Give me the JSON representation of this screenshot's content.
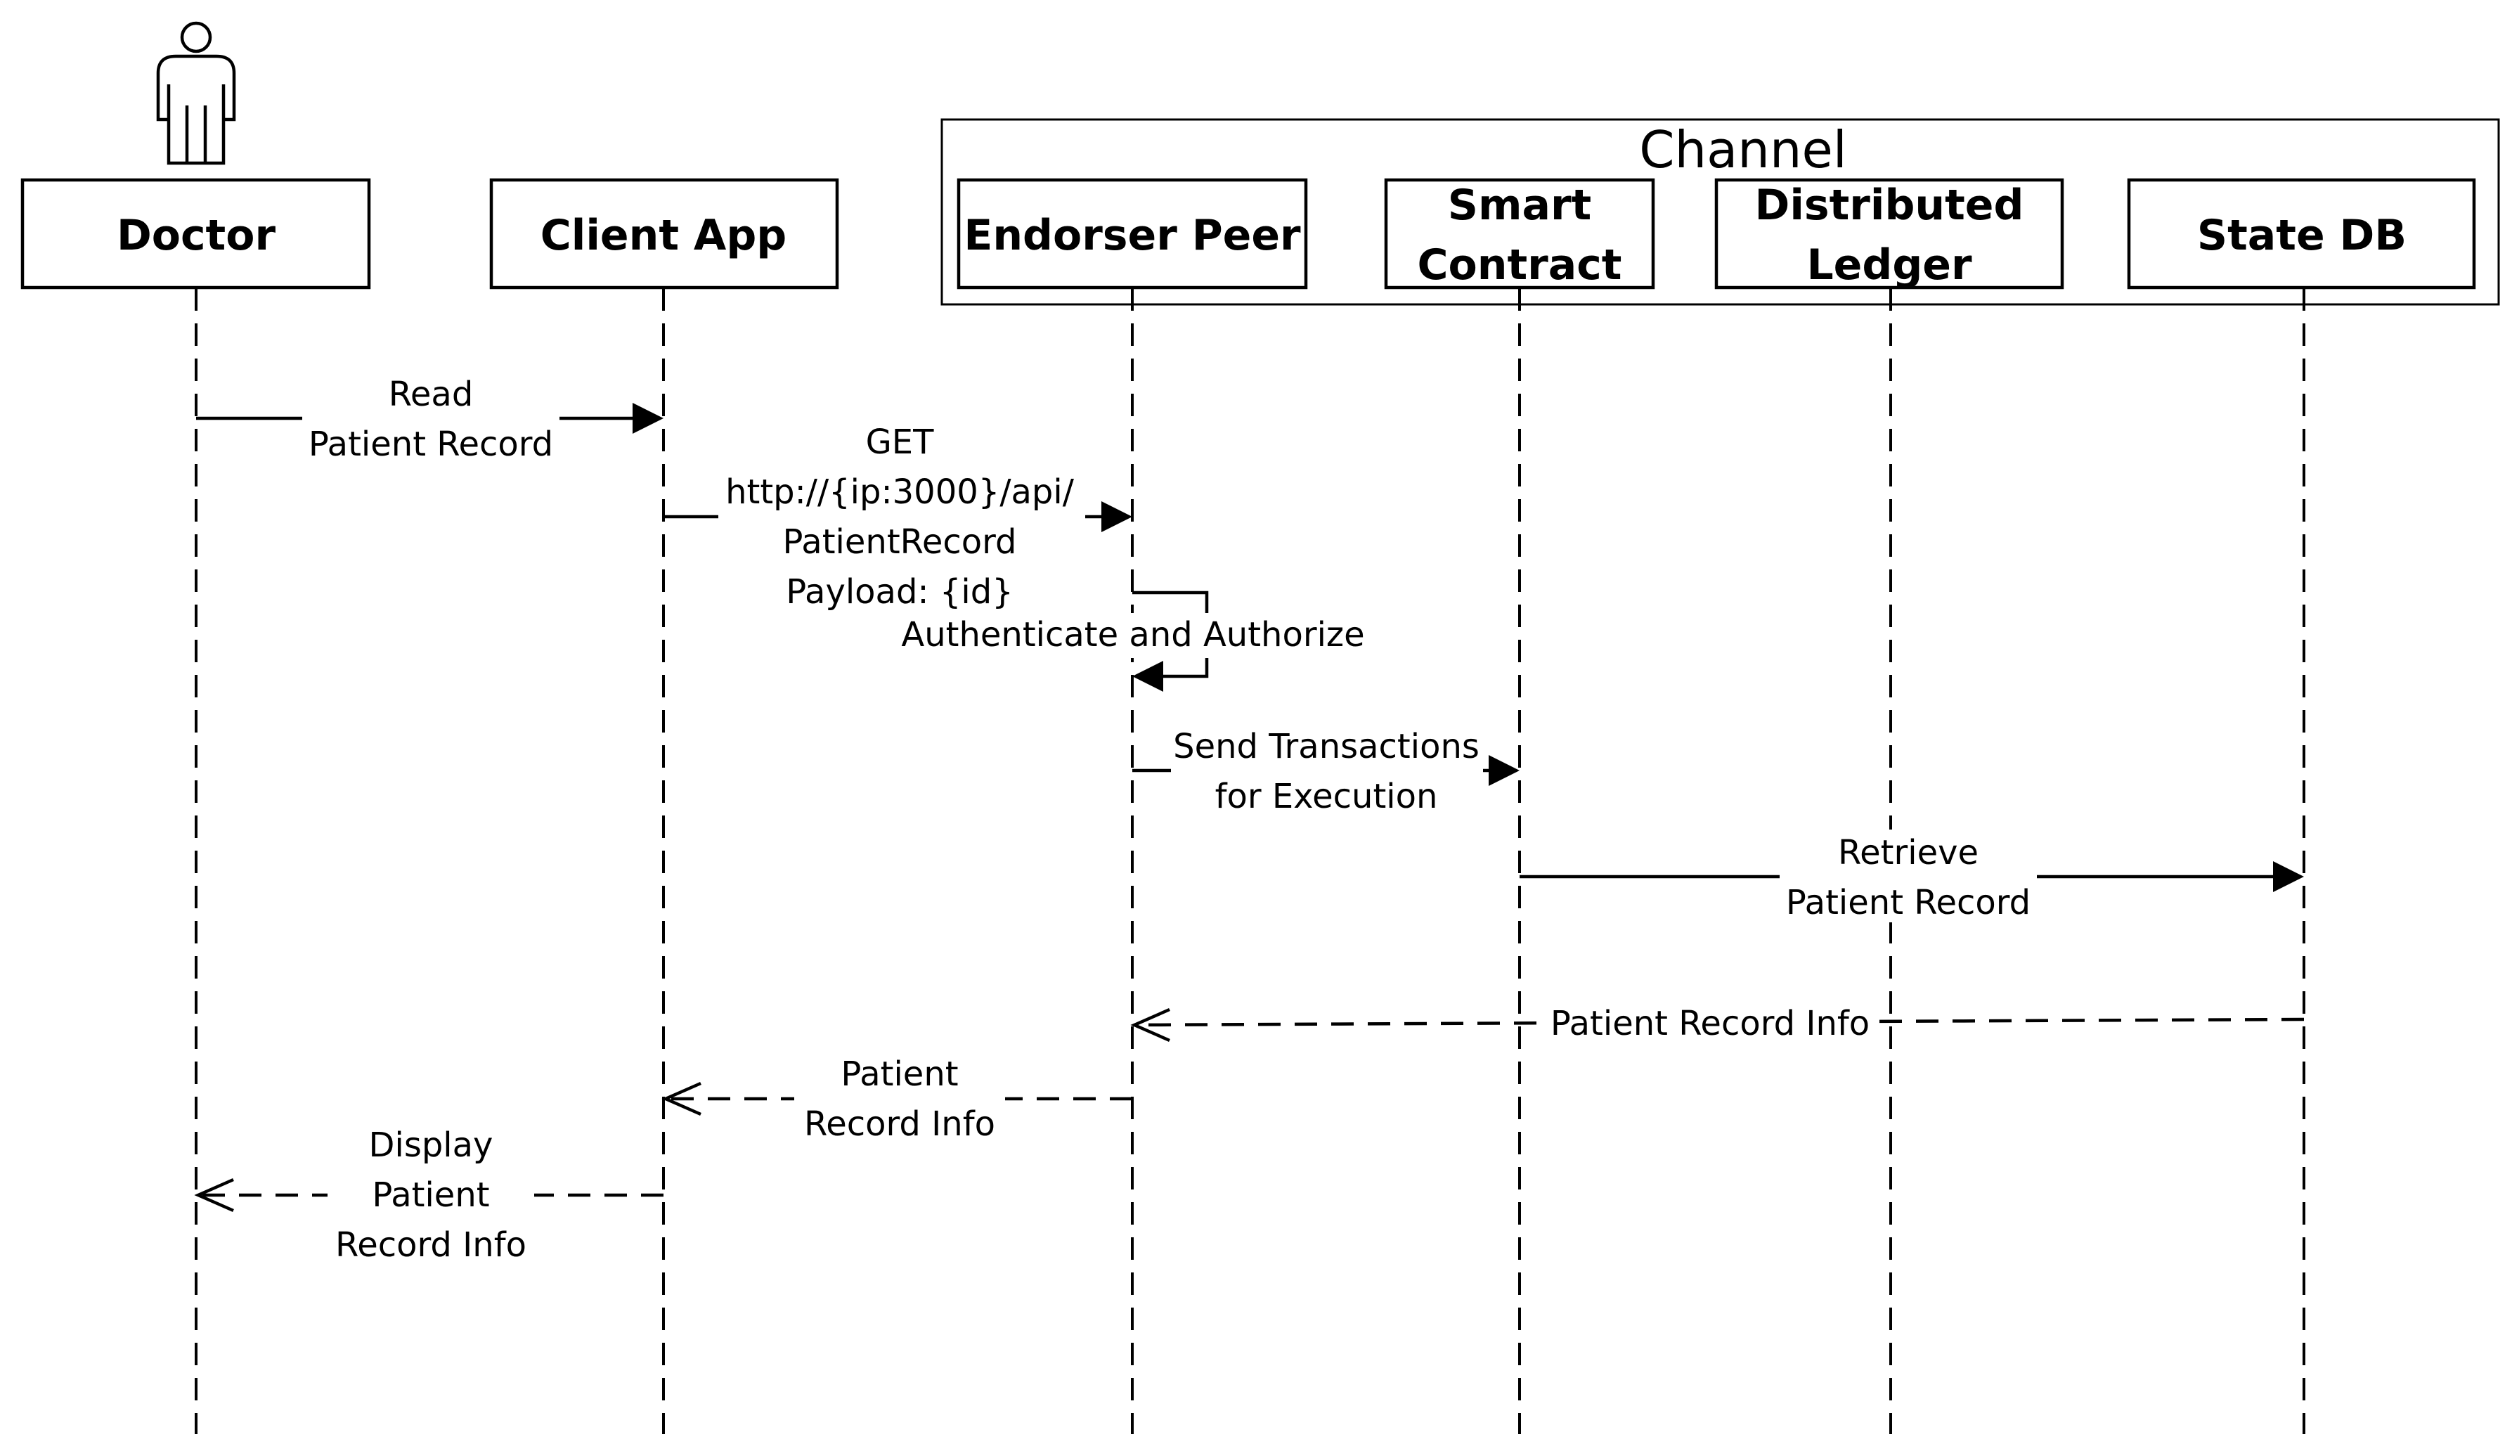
{
  "channel": {
    "label": "Channel"
  },
  "actors": [
    {
      "key": "doctor",
      "lines": [
        "Doctor"
      ]
    },
    {
      "key": "client-app",
      "lines": [
        "Client App"
      ]
    },
    {
      "key": "endorser-peer",
      "lines": [
        "Endorser Peer"
      ]
    },
    {
      "key": "smart-contract",
      "lines": [
        "Smart",
        "Contract"
      ]
    },
    {
      "key": "distributed-ledger",
      "lines": [
        "Distributed",
        "Ledger"
      ]
    },
    {
      "key": "state-db",
      "lines": [
        "State DB"
      ]
    }
  ],
  "messages": [
    {
      "key": "read-patient-record",
      "lines": [
        "Read",
        "Patient Record"
      ]
    },
    {
      "key": "get-api-request",
      "lines": [
        "GET",
        "http://{ip:3000}/api/",
        "PatientRecord",
        "Payload: {id}"
      ]
    },
    {
      "key": "authenticate-authorize",
      "lines": [
        "Authenticate and Authorize"
      ]
    },
    {
      "key": "send-transactions",
      "lines": [
        "Send Transactions",
        "for Execution"
      ]
    },
    {
      "key": "retrieve-patient-record",
      "lines": [
        "Retrieve",
        "Patient Record"
      ]
    },
    {
      "key": "patient-record-info-return",
      "lines": [
        "Patient Record Info"
      ]
    },
    {
      "key": "patient-record-info-client",
      "lines": [
        "Patient",
        "Record Info"
      ]
    },
    {
      "key": "display-patient-record-info",
      "lines": [
        "Display",
        "Patient",
        "Record Info"
      ]
    }
  ],
  "icons": {
    "actor_figure": "stick-person-icon"
  }
}
